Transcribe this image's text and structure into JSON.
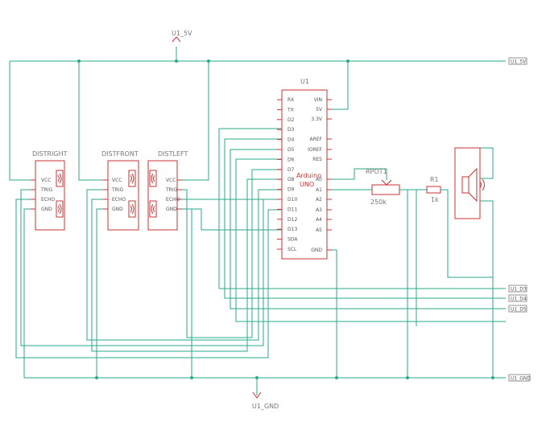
{
  "power": {
    "vcc_label": "U1_5V",
    "gnd_label": "U1_GND",
    "right_5v": "U1_5V",
    "right_gnd": "U1_GND",
    "d3": "U1_D3",
    "d4": "U1_D4",
    "d5": "U1_D5"
  },
  "sensors": [
    {
      "name": "DISTRIGHT",
      "pins": [
        "VCC",
        "TRIG",
        "ECHO",
        "GND"
      ]
    },
    {
      "name": "DISTFRONT",
      "pins": [
        "VCC",
        "TRIG",
        "ECHO",
        "GND"
      ]
    },
    {
      "name": "DISTLEFT",
      "pins": [
        "VCC",
        "TRIG",
        "ECHO",
        "GND"
      ]
    }
  ],
  "arduino": {
    "ref": "U1",
    "name_line1": "Arduino",
    "name_line2": "UNO",
    "left_pins": [
      "RX",
      "TX",
      "D2",
      "D3",
      "D4",
      "D5",
      "D6",
      "D7",
      "D8",
      "D9",
      "D10",
      "D11",
      "D12",
      "D13",
      "SDA",
      "SCL"
    ],
    "right_pins": [
      "VIN",
      "5V",
      "3.3V",
      "AREF",
      "IOREF",
      "RES",
      "A0",
      "A1",
      "A2",
      "A3",
      "A4",
      "A5",
      "GND"
    ]
  },
  "pot": {
    "ref": "RPOT1",
    "value": "250k"
  },
  "resistor": {
    "ref": "R1",
    "value": "1k"
  }
}
